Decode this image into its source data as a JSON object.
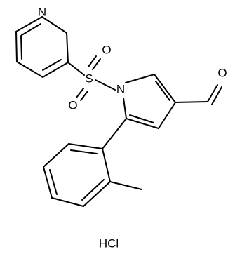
{
  "molecule": {
    "atoms": {
      "pyridine_n": "N",
      "sulfonyl_s": "S",
      "sulfonyl_o_top": "O",
      "sulfonyl_o_bottom": "O",
      "pyrrole_n": "N",
      "aldehyde_o": "O"
    },
    "salt": "HCl"
  }
}
